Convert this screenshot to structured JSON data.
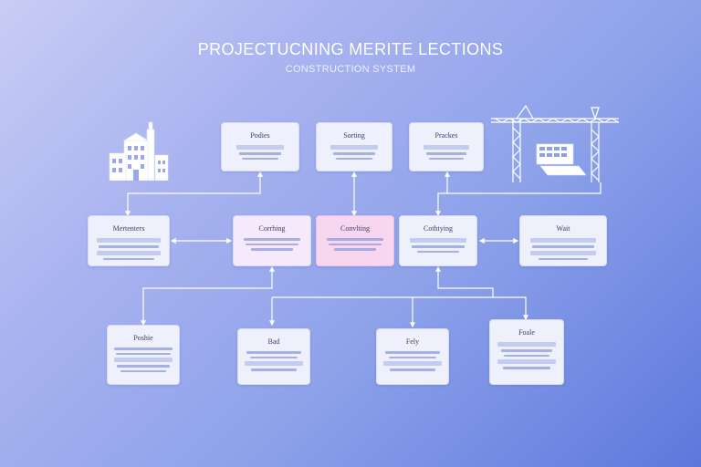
{
  "header": {
    "title": "PROJECTUCNING MERITE LECTIONS",
    "subtitle": "CONSTRUCTION SYSTEM"
  },
  "nodes": {
    "top_left": {
      "label": "Podies"
    },
    "top_center": {
      "label": "Sorting"
    },
    "top_right": {
      "label": "Prackes"
    },
    "mid_left": {
      "label": "Mertenters"
    },
    "mid_center_left": {
      "label": "Corrhing"
    },
    "mid_center": {
      "label": "Convlting"
    },
    "mid_center_right": {
      "label": "Cothtying"
    },
    "mid_right": {
      "label": "Wait"
    },
    "bottom_1": {
      "label": "Poshie"
    },
    "bottom_2": {
      "label": "Bad"
    },
    "bottom_3": {
      "label": "Fely"
    },
    "bottom_4": {
      "label": "Foale"
    }
  },
  "colors": {
    "background_start": "#c9cdf4",
    "background_end": "#5d78dc",
    "node": "#eef0fc",
    "node_highlight": "#f7d6ef",
    "connector": "#ffffff"
  },
  "icons": [
    "building-icon",
    "crane-icon"
  ]
}
